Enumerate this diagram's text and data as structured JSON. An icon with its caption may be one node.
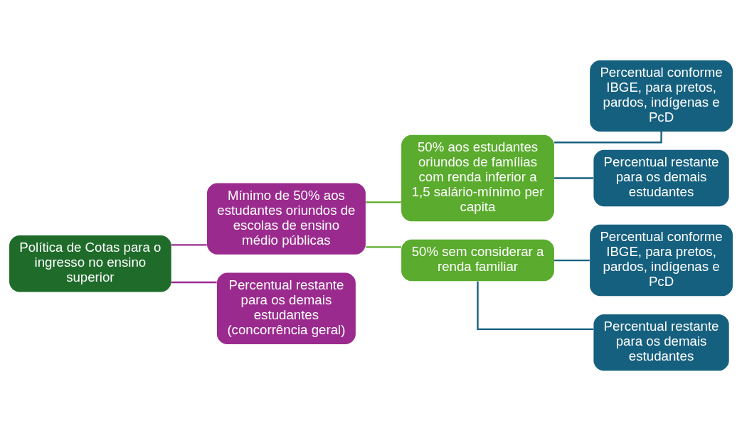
{
  "diagram": {
    "nodes": [
      {
        "text": [
          "Política de Cotas para o ingresso no ensino superior"
        ]
      },
      {
        "text": [
          "Mínimo de 50% aos estudantes oriundos de escolas de ensino médio públicas"
        ]
      },
      {
        "text": [
          "Percentual restante para os demais estudantes (concorrência geral)"
        ]
      },
      {
        "text": [
          "50% aos estudantes oriundos de famílias com renda inferior a 1,5 salário-mínimo per capita"
        ]
      },
      {
        "text": [
          "50% sem considerar a renda familiar"
        ]
      },
      {
        "text": [
          "Percentual conforme IBGE, para pretos, pardos, indígenas e PcD"
        ]
      },
      {
        "text": [
          "Percentual restante para os demais estudantes"
        ]
      },
      {
        "text": [
          "Percentual conforme IBGE, para pretos, pardos, indígenas e PcD"
        ]
      },
      {
        "text": [
          "Percentual restante para os demais estudantes"
        ]
      }
    ],
    "edges": [
      {
        "from": 0,
        "to": 1,
        "arrow": "none",
        "color": "#9b2a8e"
      },
      {
        "from": 0,
        "to": 2,
        "arrow": "none",
        "color": "#9b2a8e"
      },
      {
        "from": 1,
        "to": 3,
        "arrow": "none",
        "color": "#5aab2e"
      },
      {
        "from": 1,
        "to": 4,
        "arrow": "none",
        "color": "#5aab2e"
      },
      {
        "from": 3,
        "to": 5,
        "arrow": "none"
      },
      {
        "from": 3,
        "to": 6,
        "arrow": "none"
      },
      {
        "from": 4,
        "to": 7,
        "arrow": "none"
      },
      {
        "from": 4,
        "to": 8,
        "arrow": "none"
      }
    ]
  }
}
